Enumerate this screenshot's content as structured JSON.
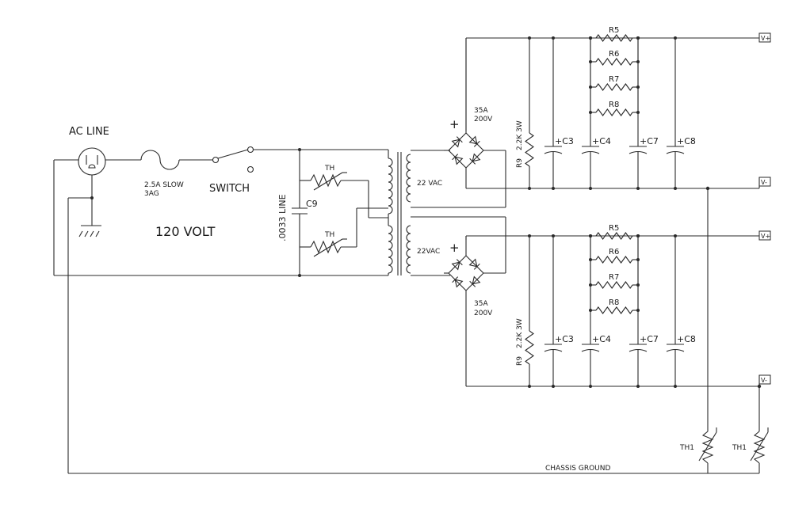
{
  "labels": {
    "ac_line": "AC LINE",
    "fuse": "2.5A SLOW",
    "fuse_type": "3AG",
    "switch": "SWITCH",
    "voltage": "120 VOLT",
    "cap_line": ".0033 LINE",
    "c9": "C9",
    "th": "TH",
    "secondary": "22 VAC",
    "secondary_b": "22VAC",
    "bridge_amps": "35A",
    "bridge_volts": "200V",
    "r9": "R9",
    "r9_value": "2.2K 3W",
    "chassis_ground": "CHASSIS GROUND",
    "th1": "TH1",
    "plus": "+"
  },
  "resistors": [
    "R5",
    "R6",
    "R7",
    "R8"
  ],
  "capacitors": [
    "C3",
    "C4",
    "C7",
    "C8"
  ],
  "terminals": {
    "vplus": "V+",
    "vminus": "V-"
  }
}
